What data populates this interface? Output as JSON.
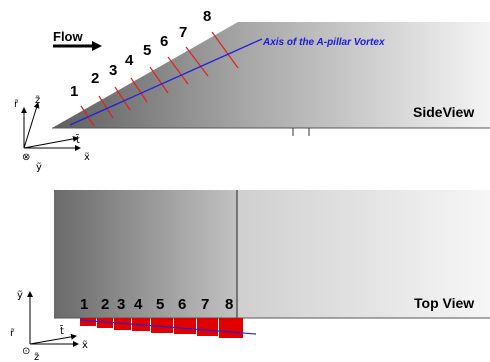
{
  "flow_label": "Flow",
  "axis_label": "Axis of the A-pillar Vortex",
  "side_view": {
    "title": "SideView",
    "stations": [
      "1",
      "2",
      "3",
      "4",
      "5",
      "6",
      "7",
      "8"
    ]
  },
  "top_view": {
    "title": "Top View",
    "stations": [
      "1",
      "2",
      "3",
      "4",
      "5",
      "6",
      "7",
      "8"
    ]
  },
  "side_axes": {
    "r": "r̃",
    "z": "z̃",
    "t": "t̃",
    "x": "x̃",
    "y": "ỹ"
  },
  "top_axes": {
    "y": "ỹ",
    "r": "r̃",
    "t": "t̃",
    "x": "x̃",
    "z": "z̃"
  },
  "colors": {
    "vortex_axis": "#2222dd",
    "stations": "#e02020",
    "body_dark": "#6e6e6e",
    "body_light": "#f2f2f2"
  }
}
